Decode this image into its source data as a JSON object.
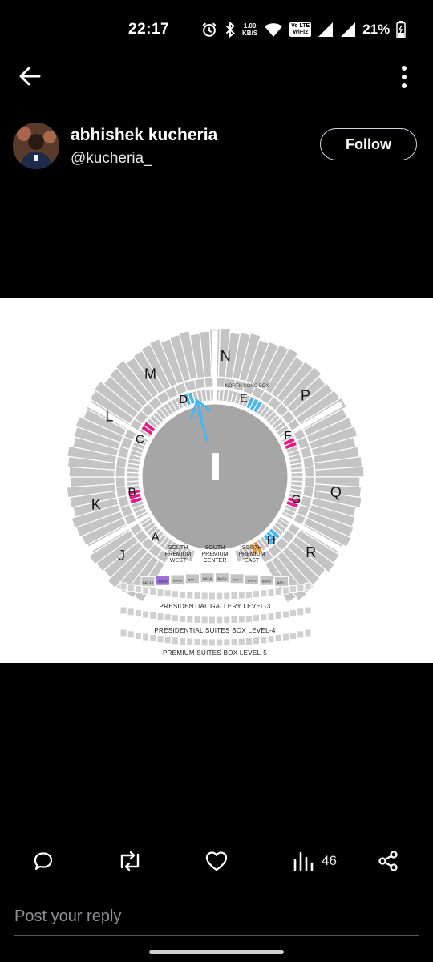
{
  "status_bar": {
    "time": "22:17",
    "net_speed_value": "1.00",
    "net_speed_unit": "KB/S",
    "volte_label": "Vo LTE",
    "wifi_label": "WiFi2",
    "battery": "21%",
    "icons": [
      "alarm-icon",
      "bluetooth-icon",
      "wifi-signal-icon",
      "cell-signal-icon",
      "battery-charging-icon"
    ]
  },
  "nav": {
    "back_icon": "arrow-left-icon",
    "more_icon": "more-vertical-icon"
  },
  "author": {
    "name": "abhishek kucheria",
    "handle": "@kucheria_",
    "follow_label": "Follow"
  },
  "media": {
    "stadium": {
      "north_label": "NORTH CONC BOX",
      "pitch_label": "I",
      "upper_stands": [
        "J",
        "K",
        "L",
        "M",
        "N",
        "P",
        "Q",
        "R"
      ],
      "lower_stands": [
        "A",
        "B",
        "C",
        "D",
        "E",
        "F",
        "G",
        "H"
      ],
      "south_blocks": [
        "SOUTH PREMIUM WEST",
        "SOUTH PREMIUM CENTER",
        "SOUTH PREMIUM EAST"
      ],
      "bays": [
        "BAY-10",
        "BAY-9",
        "BAY-8",
        "BAY-7",
        "BAY-6",
        "BAY-5",
        "BAY-4",
        "BAY-3",
        "BAY-2",
        "BAY-1"
      ],
      "levels": [
        "PRESIDENTIAL GALLERY LEVEL-3",
        "PRESIDENTIAL SUITES BOX LEVEL-4",
        "PREMIUM SUITES BOX LEVEL-5"
      ],
      "colors": {
        "seat_grey": "#c4c4c4",
        "teal": "#2e8b9c",
        "purple": "#7b2f9e",
        "magenta": "#e01f85",
        "light_blue": "#4ab4ee",
        "orange": "#e0913a",
        "pitch_grey": "#a6a6a6"
      }
    }
  },
  "actions": {
    "reply_icon": "reply-icon",
    "repost_icon": "repost-icon",
    "like_icon": "heart-icon",
    "views_icon": "views-chart-icon",
    "views_count": "46",
    "share_icon": "share-icon"
  },
  "reply": {
    "placeholder": "Post your reply"
  }
}
